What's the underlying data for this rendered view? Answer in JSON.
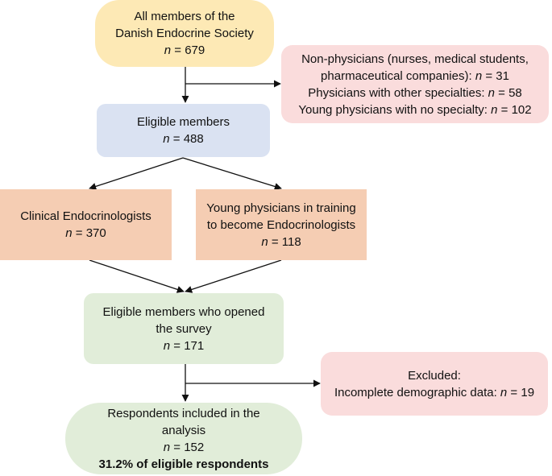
{
  "colors": {
    "yellow": "#fde9b5",
    "pink": "#fadcdc",
    "blue": "#dae2f2",
    "orange": "#f5cdb3",
    "green": "#e1edd9"
  },
  "boxes": {
    "all_members": {
      "line1": "All members of the",
      "line2": "Danish Endocrine Society",
      "n_value": " = 679"
    },
    "non_physicians": {
      "line1": "Non-physicians (nurses, medical students,",
      "line2": "pharmaceutical companies): ",
      "line2_n": " = 31",
      "line3": "Physicians with other specialties: ",
      "line3_n": " = 58",
      "line4": "Young physicians with no specialty: ",
      "line4_n": " = 102"
    },
    "eligible": {
      "line1": "Eligible members",
      "n_value": " = 488"
    },
    "clinical": {
      "line1": "Clinical Endocrinologists",
      "n_value": " = 370"
    },
    "young": {
      "line1": "Young physicians in training",
      "line2": "to become Endocrinologists",
      "n_value": " = 118"
    },
    "opened": {
      "line1": "Eligible members who opened",
      "line2": "the survey",
      "n_value": " = 171"
    },
    "excluded": {
      "line1": "Excluded:",
      "line2": "Incomplete demographic data: ",
      "line2_n": " = 19"
    },
    "respondents": {
      "line1": "Respondents included in the",
      "line2": "analysis",
      "n_value": " = 152",
      "line4": "31.2% of eligible respondents"
    }
  },
  "n_symbol": "n"
}
